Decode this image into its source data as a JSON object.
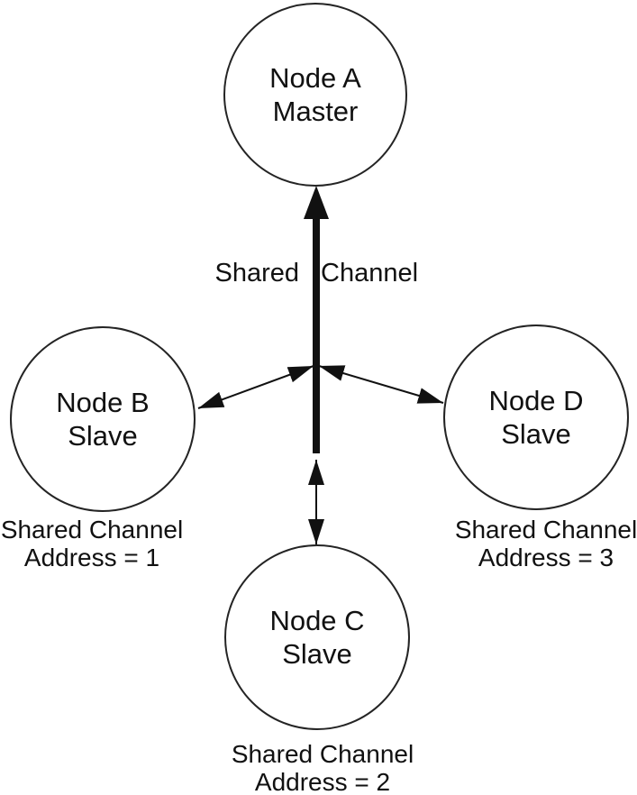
{
  "diagram": {
    "type": "network-topology",
    "colors": {
      "ink": "#111111",
      "background": "#ffffff"
    },
    "nodes": {
      "a": {
        "name": "Node A",
        "role": "Master"
      },
      "b": {
        "name": "Node B",
        "role": "Slave",
        "caption_line1": "Shared Channel",
        "caption_line2": "Address = 1"
      },
      "c": {
        "name": "Node C",
        "role": "Slave",
        "caption_line1": "Shared Channel",
        "caption_line2": "Address = 2"
      },
      "d": {
        "name": "Node D",
        "role": "Slave",
        "caption_line1": "Shared Channel",
        "caption_line2": "Address = 3"
      }
    },
    "channel_label": {
      "left": "Shared",
      "right": "Channel"
    }
  }
}
